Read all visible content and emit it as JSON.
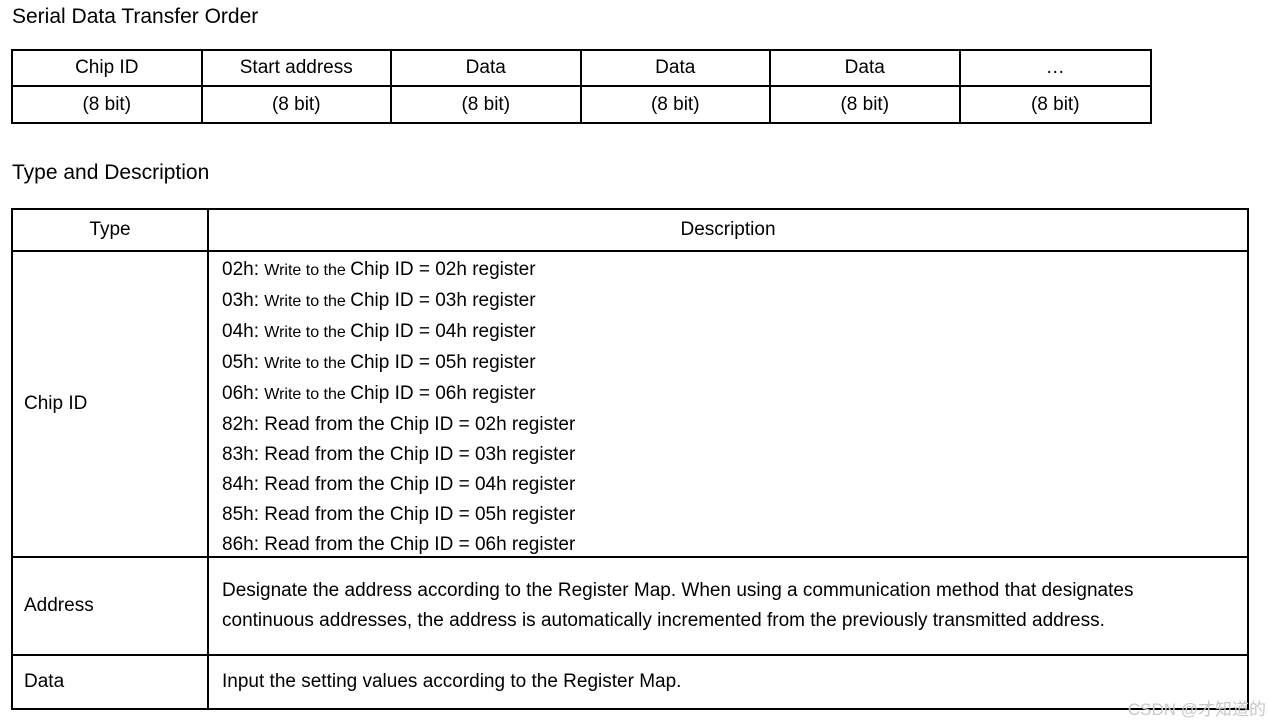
{
  "sections": {
    "transfer_order": {
      "title": "Serial Data Transfer Order"
    },
    "type_description": {
      "title": "Type and Description"
    }
  },
  "transfer_order_table": {
    "columns": [
      {
        "label": "Chip ID",
        "bits": "(8 bit)"
      },
      {
        "label": "Start address",
        "bits": "(8 bit)"
      },
      {
        "label": "Data",
        "bits": "(8 bit)"
      },
      {
        "label": "Data",
        "bits": "(8 bit)"
      },
      {
        "label": "Data",
        "bits": "(8 bit)"
      },
      {
        "label": "…",
        "bits": "(8 bit)"
      }
    ]
  },
  "type_description_table": {
    "headers": {
      "type": "Type",
      "description": "Description"
    },
    "rows": [
      {
        "type": "Chip ID",
        "lines": [
          {
            "segments": [
              {
                "text": "02h: ",
                "size": "lg"
              },
              {
                "text": "Write to the ",
                "size": "sm"
              },
              {
                "text": "Chip ID = 02h register",
                "size": "lg"
              }
            ]
          },
          {
            "segments": [
              {
                "text": "03h: ",
                "size": "lg"
              },
              {
                "text": "Write to the ",
                "size": "sm"
              },
              {
                "text": "Chip ID = 03h register",
                "size": "lg"
              }
            ]
          },
          {
            "segments": [
              {
                "text": "04h: ",
                "size": "lg"
              },
              {
                "text": "Write to the ",
                "size": "sm"
              },
              {
                "text": "Chip ID = 04h register",
                "size": "lg"
              }
            ]
          },
          {
            "segments": [
              {
                "text": "05h: ",
                "size": "lg"
              },
              {
                "text": "Write to the ",
                "size": "sm"
              },
              {
                "text": "Chip ID = 05h register",
                "size": "lg"
              }
            ]
          },
          {
            "segments": [
              {
                "text": "06h: ",
                "size": "lg"
              },
              {
                "text": "Write to the ",
                "size": "sm"
              },
              {
                "text": "Chip ID = 06h register",
                "size": "lg"
              }
            ]
          },
          {
            "segments": [
              {
                "text": "82h: Read from the Chip ID = 02h register",
                "size": "lg"
              }
            ]
          },
          {
            "segments": [
              {
                "text": "83h: Read from the Chip ID = 03h register",
                "size": "lg"
              }
            ]
          },
          {
            "segments": [
              {
                "text": "84h: Read from the Chip ID = 04h register",
                "size": "lg"
              }
            ]
          },
          {
            "segments": [
              {
                "text": "85h: Read from the Chip ID = 05h register",
                "size": "lg"
              }
            ]
          },
          {
            "segments": [
              {
                "text": "86h: Read from the Chip ID = 06h register",
                "size": "lg"
              }
            ]
          }
        ]
      },
      {
        "type": "Address",
        "text": "Designate the address according to the Register Map. When using a communication method that designates continuous addresses, the address is automatically incremented from the previously transmitted address."
      },
      {
        "type": "Data",
        "text": "Input the setting values according to the Register Map."
      }
    ]
  },
  "watermark": {
    "text": "CSDN @才知道的",
    "color": "#c8c8c8"
  }
}
